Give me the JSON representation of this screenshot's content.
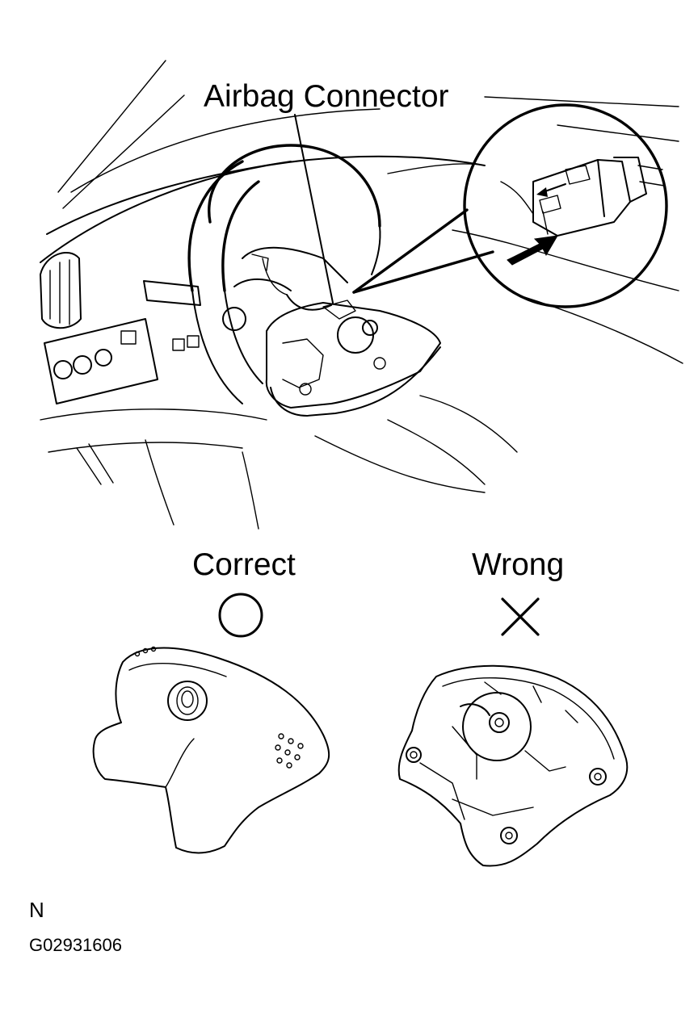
{
  "labels": {
    "callout": "Airbag Connector",
    "correct": "Correct",
    "wrong": "Wrong",
    "code_n": "N",
    "figure_code": "G02931606"
  },
  "symbols": {
    "correct": "circle-mark-icon",
    "wrong": "cross-mark-icon"
  },
  "colors": {
    "line": "#000000",
    "background": "#ffffff"
  }
}
